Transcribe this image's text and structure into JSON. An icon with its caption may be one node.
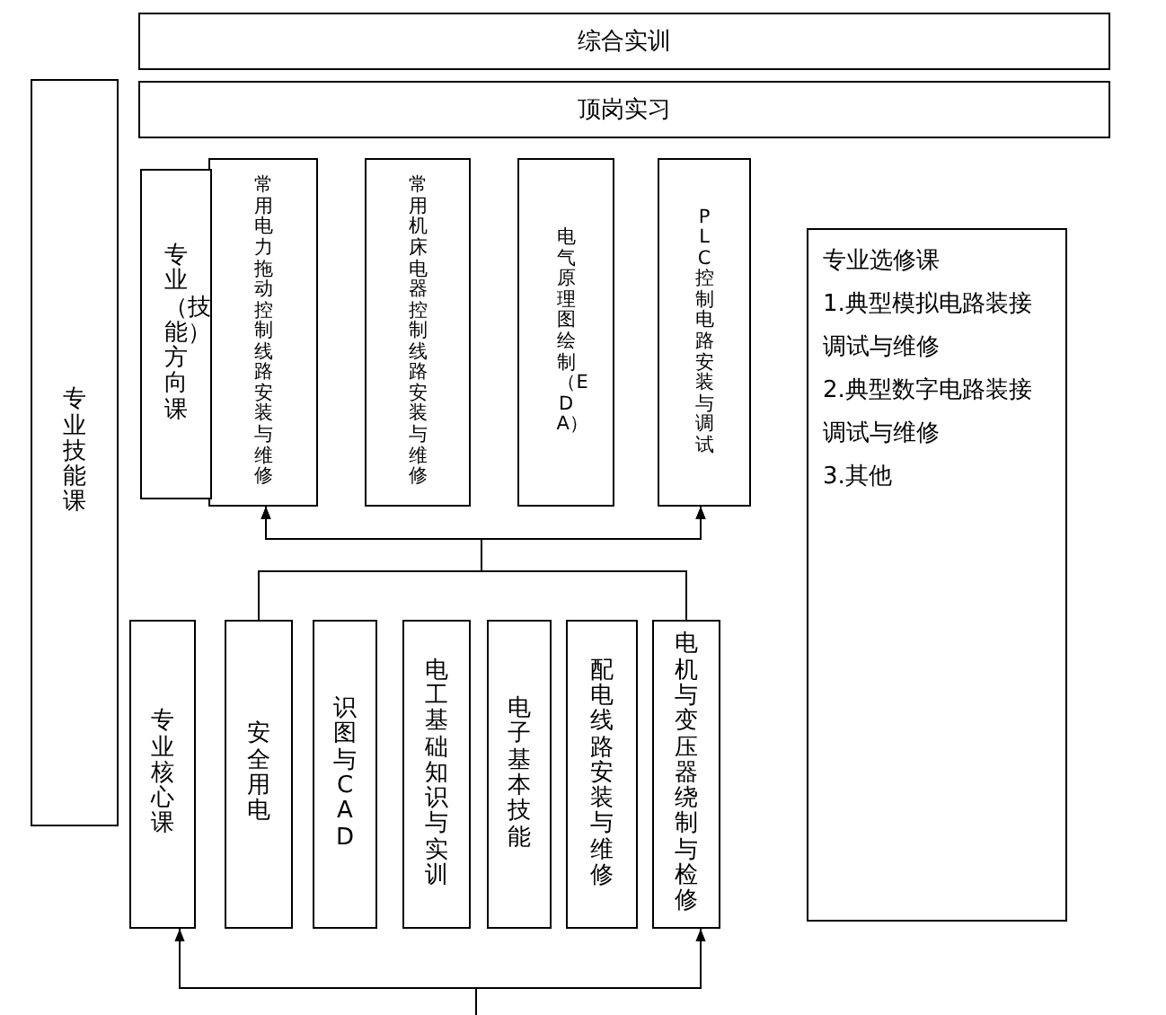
{
  "diagram": {
    "nodes": [
      {
        "text": [
          "综合实训"
        ]
      },
      {
        "text": [
          "顶岗实习"
        ]
      },
      {
        "text": [
          "专业技能课"
        ]
      },
      {
        "text": [
          "专业（技能）方向课"
        ]
      },
      {
        "text": [
          "常用电力拖动控制线路安装与维修"
        ]
      },
      {
        "text": [
          "常用机床电器控制线路安装与维修"
        ]
      },
      {
        "text": [
          "电气原理图绘制（EDA）"
        ]
      },
      {
        "text": [
          "PLC控制电路安装与调试"
        ]
      },
      {
        "text": [
          "专业选修课",
          "1.典型模拟电路装接调试与维修",
          "2.典型数字电路装接调试与维修",
          "3.其他"
        ]
      },
      {
        "text": [
          "专业核心课"
        ]
      },
      {
        "text": [
          "安全用电"
        ]
      },
      {
        "text": [
          "识图与CAD"
        ]
      },
      {
        "text": [
          "电工基础知识与实训"
        ]
      },
      {
        "text": [
          "电子基本技能"
        ]
      },
      {
        "text": [
          "配电线路安装与维修"
        ]
      },
      {
        "text": [
          "电机与变压器绕制与检修"
        ]
      }
    ],
    "edges": [
      {
        "from": 10,
        "to": 4,
        "arrow": "to"
      },
      {
        "from": 10,
        "to": 7,
        "arrow": "to"
      },
      {
        "from": 15,
        "to": 4,
        "arrow": "to"
      },
      {
        "from": 15,
        "to": 7,
        "arrow": "to"
      },
      {
        "from": null,
        "to": 9,
        "arrow": "to"
      },
      {
        "from": null,
        "to": 15,
        "arrow": "to"
      }
    ]
  }
}
